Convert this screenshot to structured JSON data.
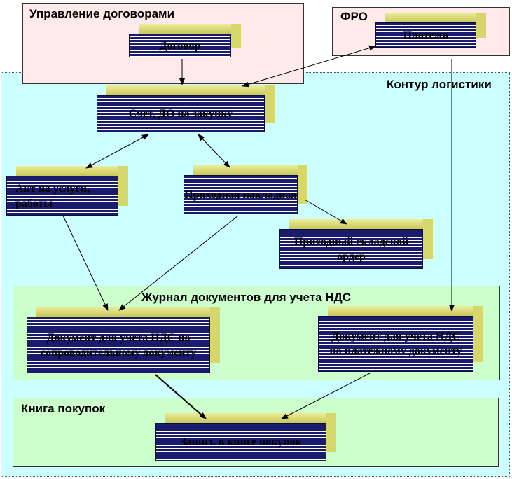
{
  "regions": {
    "contour": "Контур логистики",
    "management": "Управление договорами",
    "fro": "ФРО",
    "journal": "Журнал документов для учета НДС",
    "book": "Книга покупок"
  },
  "boxes": {
    "contract": "Договор",
    "payments": "Платежи",
    "invoice": "Счет, ДО на закупку",
    "act": "Акт на услуги, работы",
    "waybill": "Приходная накладная",
    "warehouse": "Приходный складской ордер",
    "vat_doc": "Документ для учета НДС по сопроводительному документу",
    "vat_pay": "Документ для учета НДС по платежному документу",
    "book_entry": "Запись в книге покупок"
  },
  "colors": {
    "contour_fill": "#ccffff",
    "management_fill": "#ffeaea",
    "journal_fill": "#ccffcc",
    "box_front": "#1b1b6e",
    "box_side": "#d6d66a"
  }
}
